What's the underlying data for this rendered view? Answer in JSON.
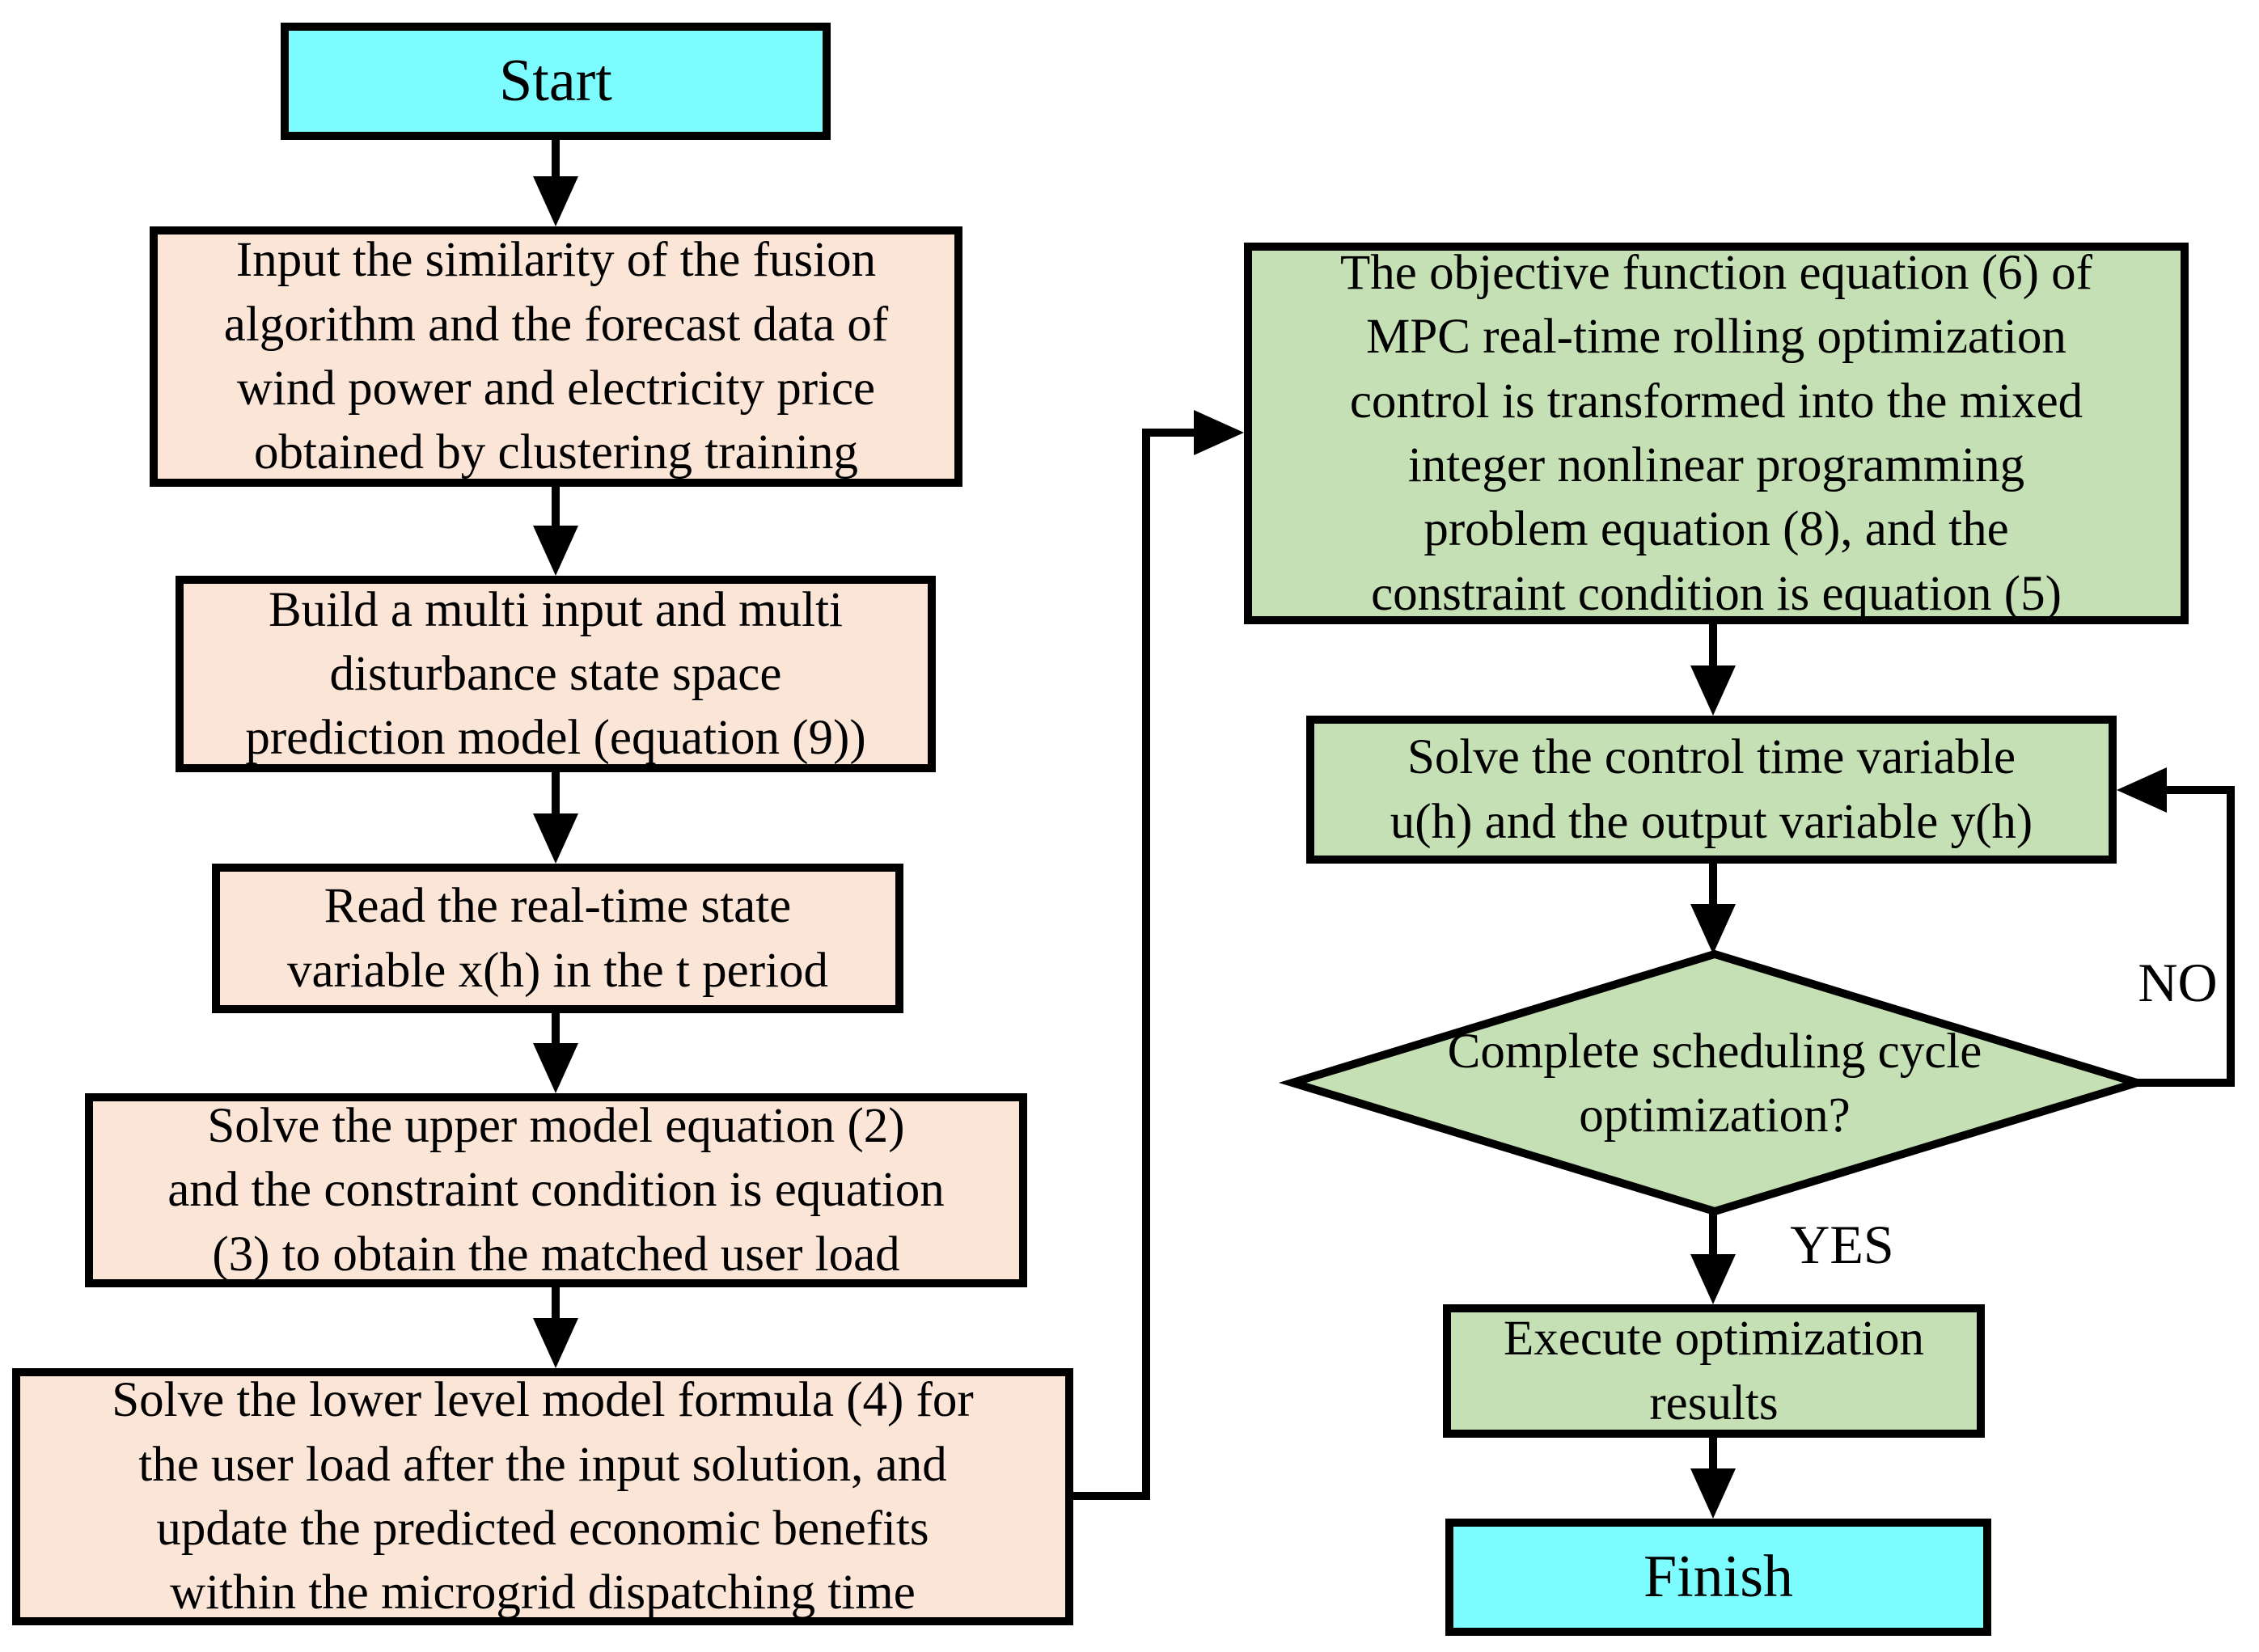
{
  "colors": {
    "terminal_fill": "#7dfcff",
    "left_process_fill": "#fbe5d6",
    "right_process_fill": "#c5e0b4",
    "line": "#000000",
    "background": "#ffffff"
  },
  "nodes": {
    "start": {
      "label": [
        "Start"
      ]
    },
    "input_similarity": {
      "label": [
        "Input the similarity of the fusion",
        "algorithm and the forecast data of",
        "wind power and electricity price",
        "obtained by clustering training"
      ]
    },
    "build_model": {
      "label": [
        "Build a multi input and multi",
        "disturbance state space",
        "prediction model (equation (9))"
      ]
    },
    "read_state": {
      "label": [
        "Read the real-time state",
        "variable x(h) in the t period"
      ]
    },
    "solve_upper": {
      "label": [
        "Solve the upper model equation (2)",
        "and the constraint condition is equation",
        "(3) to obtain the matched user load"
      ]
    },
    "solve_lower": {
      "label": [
        "Solve the lower level model formula (4) for",
        "the user load after the input solution, and",
        "update the predicted economic benefits",
        "within the microgrid dispatching time"
      ]
    },
    "mpc_objective": {
      "label": [
        "The objective function equation (6) of",
        "MPC real-time rolling optimization",
        "control is transformed into the mixed",
        "integer nonlinear programming",
        "problem equation (8), and the",
        "constraint condition is equation (5)"
      ]
    },
    "solve_control": {
      "label": [
        "Solve the control time variable",
        "u(h) and the output variable y(h)"
      ]
    },
    "decision": {
      "label": [
        "Complete scheduling cycle",
        "optimization?"
      ]
    },
    "execute": {
      "label": [
        "Execute optimization",
        "results"
      ]
    },
    "finish": {
      "label": [
        "Finish"
      ]
    }
  },
  "edge_labels": {
    "no": "NO",
    "yes": "YES"
  }
}
